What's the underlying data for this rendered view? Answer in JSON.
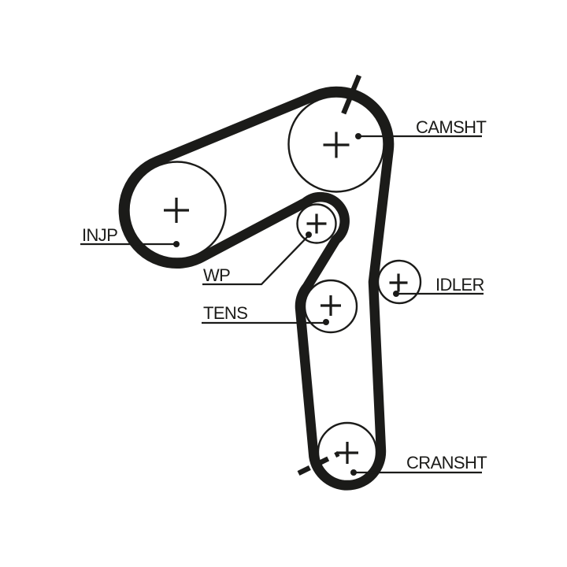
{
  "diagram": {
    "type": "timing-belt-routing-diagram",
    "background_color": "#ffffff",
    "line_color": "#1b1b19",
    "pulleys": [
      {
        "id": "injp",
        "label": "INJP"
      },
      {
        "id": "camsht",
        "label": "CAMSHT"
      },
      {
        "id": "wp",
        "label": "WP"
      },
      {
        "id": "tens",
        "label": "TENS"
      },
      {
        "id": "idler",
        "label": "IDLER"
      },
      {
        "id": "cransht",
        "label": "CRANSHT"
      }
    ]
  }
}
